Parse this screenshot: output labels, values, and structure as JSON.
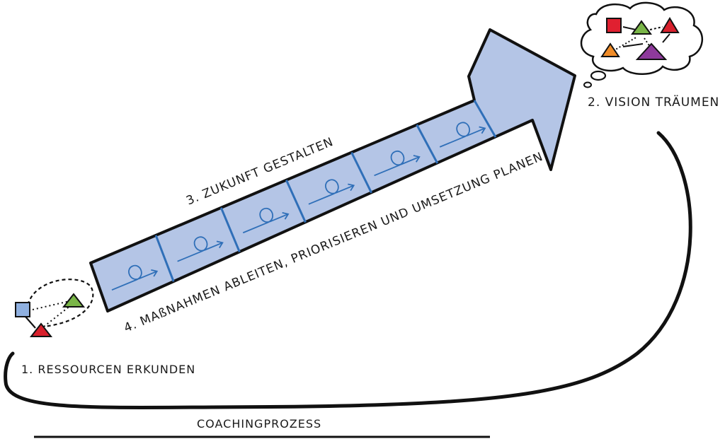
{
  "steps": {
    "step1": "1. RESSOURCEN ERKUNDEN",
    "step2": "2. VISION TRÄUMEN",
    "step3": "3. ZUKUNFT GESTALTEN",
    "step4": "4. MAßNAHMEN ABLEITEN, PRIORISIEREN UND UMSETZUNG PLANEN"
  },
  "footer": {
    "label": "COACHINGPROZESS"
  },
  "colors": {
    "arrow_fill": "#b4c5e6",
    "segment_divider": "#2f6fb8",
    "loop_stroke": "#2f6fb8",
    "outline": "#111111",
    "square_red": "#e02030",
    "triangle_green": "#7ab648",
    "triangle_red": "#d8202c",
    "triangle_orange": "#f08c28",
    "triangle_purple": "#8e3a9c",
    "square_blue": "#8fb0e0"
  },
  "icons": {
    "resources_cluster": "resources-shapes-icon",
    "vision_cloud": "thought-cloud-icon",
    "segment_loop": "loop-arrow-icon"
  }
}
